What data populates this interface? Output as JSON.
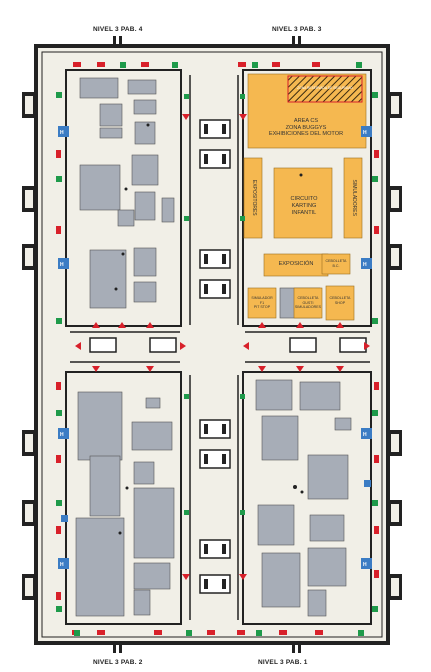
{
  "map": {
    "pavilion_labels": {
      "top_left": "NIVEL 3 PAB. 4",
      "top_right": "NIVEL 3 PAB. 3",
      "bottom_left": "NIVEL 3 PAB. 2",
      "bottom_right": "NIVEL 3 PAB. 1"
    },
    "zones": {
      "area_cs": "AREA CS\nZONA BUGGYS\nEXHIBICIONES DEL MOTOR",
      "circuito": "CIRCUITO\nKARTING\nINFANTIL",
      "exposicion": "EXPOSICIÓN",
      "expositores": "EXPOSITORES",
      "simuladores": "SIMULADORES",
      "simulador_f1": "SIMULADOR\nF1\nPIT STOP",
      "cebolleta": "CEBOLLETA\nGUSTI\nSIMULADORES",
      "cebolleta_2": "CEBOLLETA\nSHOP",
      "cebolleta_3": "CEBOLLETA\nB.C.",
      "hatched_label": "ZONA RESERVADA DE SEGURIDAD"
    },
    "colors": {
      "wall": "#222222",
      "floor": "#f1efe7",
      "stand": "#a7adb7",
      "orange": "#f5b850",
      "exit_red": "#d8202a",
      "exit_green": "#1e9a4a",
      "info_blue": "#3b7cc4"
    },
    "icons": [
      "emergency-exit-icon",
      "extinguisher-icon",
      "info-point-icon",
      "arrow-icon",
      "entrance-door-icon"
    ]
  }
}
